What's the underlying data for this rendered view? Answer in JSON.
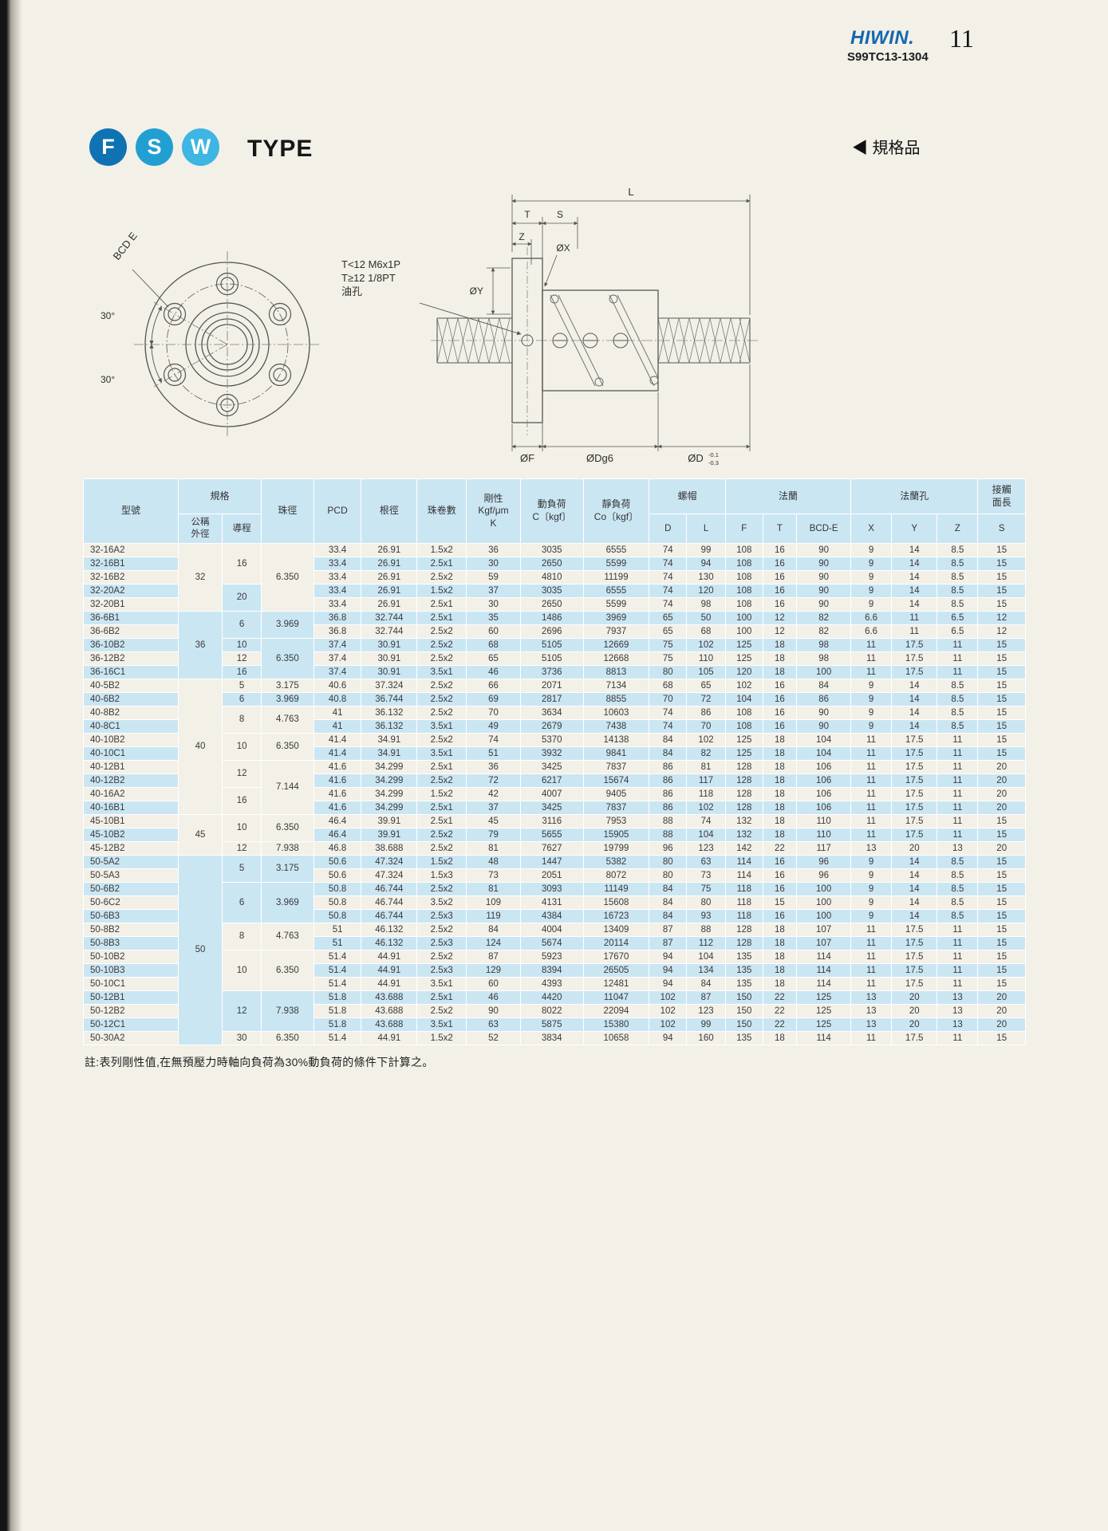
{
  "header": {
    "brand": "HIWIN.",
    "doc_code": "S99TC13-1304",
    "page_number": "11"
  },
  "title": {
    "letters": [
      "F",
      "S",
      "W"
    ],
    "type_label": "TYPE",
    "spec_tag": "◀ 規格品"
  },
  "front_view": {
    "bcd": "BCD E",
    "angle_upper": "30°",
    "angle_lower": "30°"
  },
  "side_view": {
    "oil_note": [
      "T<12 M6x1P",
      "T≥12 1/8PT",
      "油孔"
    ],
    "L": "L",
    "T": "T",
    "S": "S",
    "Z": "Z",
    "X": "ØX",
    "Y": "ØY",
    "F": "ØF",
    "Dg6": "ØDg6",
    "D": "ØD",
    "D_tol_up": "-0.1",
    "D_tol_dn": "-0.3"
  },
  "table": {
    "headers": {
      "model": "型號",
      "spec": "規格",
      "outer_dia": [
        "公稱",
        "外徑"
      ],
      "lead": "導程",
      "ball_dia": "珠徑",
      "pcd": "PCD",
      "root_dia": "根徑",
      "circuits": "珠卷數",
      "rigidity": [
        "剛性",
        "Kgf/μm",
        "K"
      ],
      "dynamic_load": [
        "動負荷",
        "C〔kgf〕"
      ],
      "static_load": [
        "靜負荷",
        "Co〔kgf〕"
      ],
      "nut": "螺帽",
      "flange": "法蘭",
      "flange_hole": "法蘭孔",
      "contact_len": [
        "接觸",
        "面長"
      ],
      "sub": [
        "D",
        "L",
        "F",
        "T",
        "BCD-E",
        "X",
        "Y",
        "Z",
        "S"
      ]
    },
    "rows": [
      {
        "m": "32-16A2",
        "od": [
          "32",
          5
        ],
        "ld": [
          "16",
          3
        ],
        "bd": [
          "6.350",
          5
        ],
        "c": [
          "33.4",
          "26.91",
          "1.5x2",
          "36",
          "3035",
          "6555",
          "74",
          "99",
          "108",
          "16",
          "90",
          "9",
          "14",
          "8.5",
          "15"
        ]
      },
      {
        "m": "32-16B1",
        "c": [
          "33.4",
          "26.91",
          "2.5x1",
          "30",
          "2650",
          "5599",
          "74",
          "94",
          "108",
          "16",
          "90",
          "9",
          "14",
          "8.5",
          "15"
        ]
      },
      {
        "m": "32-16B2",
        "c": [
          "33.4",
          "26.91",
          "2.5x2",
          "59",
          "4810",
          "11199",
          "74",
          "130",
          "108",
          "16",
          "90",
          "9",
          "14",
          "8.5",
          "15"
        ]
      },
      {
        "m": "32-20A2",
        "ld": [
          "20",
          2
        ],
        "c": [
          "33.4",
          "26.91",
          "1.5x2",
          "37",
          "3035",
          "6555",
          "74",
          "120",
          "108",
          "16",
          "90",
          "9",
          "14",
          "8.5",
          "15"
        ]
      },
      {
        "m": "32-20B1",
        "c": [
          "33.4",
          "26.91",
          "2.5x1",
          "30",
          "2650",
          "5599",
          "74",
          "98",
          "108",
          "16",
          "90",
          "9",
          "14",
          "8.5",
          "15"
        ]
      },
      {
        "m": "36-6B1",
        "od": [
          "36",
          5
        ],
        "ld": [
          "6",
          2
        ],
        "bd": [
          "3.969",
          2
        ],
        "c": [
          "36.8",
          "32.744",
          "2.5x1",
          "35",
          "1486",
          "3969",
          "65",
          "50",
          "100",
          "12",
          "82",
          "6.6",
          "11",
          "6.5",
          "12"
        ]
      },
      {
        "m": "36-6B2",
        "c": [
          "36.8",
          "32.744",
          "2.5x2",
          "60",
          "2696",
          "7937",
          "65",
          "68",
          "100",
          "12",
          "82",
          "6.6",
          "11",
          "6.5",
          "12"
        ]
      },
      {
        "m": "36-10B2",
        "ld": [
          "10",
          1
        ],
        "bd": [
          "6.350",
          3
        ],
        "c": [
          "37.4",
          "30.91",
          "2.5x2",
          "68",
          "5105",
          "12669",
          "75",
          "102",
          "125",
          "18",
          "98",
          "11",
          "17.5",
          "11",
          "15"
        ]
      },
      {
        "m": "36-12B2",
        "ld": [
          "12",
          1
        ],
        "c": [
          "37.4",
          "30.91",
          "2.5x2",
          "65",
          "5105",
          "12668",
          "75",
          "110",
          "125",
          "18",
          "98",
          "11",
          "17.5",
          "11",
          "15"
        ]
      },
      {
        "m": "36-16C1",
        "ld": [
          "16",
          1
        ],
        "c": [
          "37.4",
          "30.91",
          "3.5x1",
          "46",
          "3736",
          "8813",
          "80",
          "105",
          "120",
          "18",
          "100",
          "11",
          "17.5",
          "11",
          "15"
        ]
      },
      {
        "m": "40-5B2",
        "od": [
          "40",
          10
        ],
        "ld": [
          "5",
          1
        ],
        "bd": [
          "3.175",
          1
        ],
        "c": [
          "40.6",
          "37.324",
          "2.5x2",
          "66",
          "2071",
          "7134",
          "68",
          "65",
          "102",
          "16",
          "84",
          "9",
          "14",
          "8.5",
          "15"
        ]
      },
      {
        "m": "40-6B2",
        "ld": [
          "6",
          1
        ],
        "bd": [
          "3.969",
          1
        ],
        "c": [
          "40.8",
          "36.744",
          "2.5x2",
          "69",
          "2817",
          "8855",
          "70",
          "72",
          "104",
          "16",
          "86",
          "9",
          "14",
          "8.5",
          "15"
        ]
      },
      {
        "m": "40-8B2",
        "ld": [
          "8",
          2
        ],
        "bd": [
          "4.763",
          2
        ],
        "c": [
          "41",
          "36.132",
          "2.5x2",
          "70",
          "3634",
          "10603",
          "74",
          "86",
          "108",
          "16",
          "90",
          "9",
          "14",
          "8.5",
          "15"
        ]
      },
      {
        "m": "40-8C1",
        "c": [
          "41",
          "36.132",
          "3.5x1",
          "49",
          "2679",
          "7438",
          "74",
          "70",
          "108",
          "16",
          "90",
          "9",
          "14",
          "8.5",
          "15"
        ]
      },
      {
        "m": "40-10B2",
        "ld": [
          "10",
          2
        ],
        "bd": [
          "6.350",
          2
        ],
        "c": [
          "41.4",
          "34.91",
          "2.5x2",
          "74",
          "5370",
          "14138",
          "84",
          "102",
          "125",
          "18",
          "104",
          "11",
          "17.5",
          "11",
          "15"
        ]
      },
      {
        "m": "40-10C1",
        "c": [
          "41.4",
          "34.91",
          "3.5x1",
          "51",
          "3932",
          "9841",
          "84",
          "82",
          "125",
          "18",
          "104",
          "11",
          "17.5",
          "11",
          "15"
        ]
      },
      {
        "m": "40-12B1",
        "ld": [
          "12",
          2
        ],
        "bd": [
          "7.144",
          4
        ],
        "c": [
          "41.6",
          "34.299",
          "2.5x1",
          "36",
          "3425",
          "7837",
          "86",
          "81",
          "128",
          "18",
          "106",
          "11",
          "17.5",
          "11",
          "20"
        ]
      },
      {
        "m": "40-12B2",
        "c": [
          "41.6",
          "34.299",
          "2.5x2",
          "72",
          "6217",
          "15674",
          "86",
          "117",
          "128",
          "18",
          "106",
          "11",
          "17.5",
          "11",
          "20"
        ]
      },
      {
        "m": "40-16A2",
        "ld": [
          "16",
          2
        ],
        "c": [
          "41.6",
          "34.299",
          "1.5x2",
          "42",
          "4007",
          "9405",
          "86",
          "118",
          "128",
          "18",
          "106",
          "11",
          "17.5",
          "11",
          "20"
        ]
      },
      {
        "m": "40-16B1",
        "c": [
          "41.6",
          "34.299",
          "2.5x1",
          "37",
          "3425",
          "7837",
          "86",
          "102",
          "128",
          "18",
          "106",
          "11",
          "17.5",
          "11",
          "20"
        ]
      },
      {
        "m": "45-10B1",
        "od": [
          "45",
          3
        ],
        "ld": [
          "10",
          2
        ],
        "bd": [
          "6.350",
          2
        ],
        "c": [
          "46.4",
          "39.91",
          "2.5x1",
          "45",
          "3116",
          "7953",
          "88",
          "74",
          "132",
          "18",
          "110",
          "11",
          "17.5",
          "11",
          "15"
        ]
      },
      {
        "m": "45-10B2",
        "c": [
          "46.4",
          "39.91",
          "2.5x2",
          "79",
          "5655",
          "15905",
          "88",
          "104",
          "132",
          "18",
          "110",
          "11",
          "17.5",
          "11",
          "15"
        ]
      },
      {
        "m": "45-12B2",
        "ld": [
          "12",
          1
        ],
        "bd": [
          "7.938",
          1
        ],
        "c": [
          "46.8",
          "38.688",
          "2.5x2",
          "81",
          "7627",
          "19799",
          "96",
          "123",
          "142",
          "22",
          "117",
          "13",
          "20",
          "13",
          "20"
        ]
      },
      {
        "m": "50-5A2",
        "od": [
          "50",
          14
        ],
        "ld": [
          "5",
          2
        ],
        "bd": [
          "3.175",
          2
        ],
        "c": [
          "50.6",
          "47.324",
          "1.5x2",
          "48",
          "1447",
          "5382",
          "80",
          "63",
          "114",
          "16",
          "96",
          "9",
          "14",
          "8.5",
          "15"
        ]
      },
      {
        "m": "50-5A3",
        "c": [
          "50.6",
          "47.324",
          "1.5x3",
          "73",
          "2051",
          "8072",
          "80",
          "73",
          "114",
          "16",
          "96",
          "9",
          "14",
          "8.5",
          "15"
        ]
      },
      {
        "m": "50-6B2",
        "ld": [
          "6",
          3
        ],
        "bd": [
          "3.969",
          3
        ],
        "c": [
          "50.8",
          "46.744",
          "2.5x2",
          "81",
          "3093",
          "11149",
          "84",
          "75",
          "118",
          "16",
          "100",
          "9",
          "14",
          "8.5",
          "15"
        ]
      },
      {
        "m": "50-6C2",
        "c": [
          "50.8",
          "46.744",
          "3.5x2",
          "109",
          "4131",
          "15608",
          "84",
          "80",
          "118",
          "15",
          "100",
          "9",
          "14",
          "8.5",
          "15"
        ]
      },
      {
        "m": "50-6B3",
        "c": [
          "50.8",
          "46.744",
          "2.5x3",
          "119",
          "4384",
          "16723",
          "84",
          "93",
          "118",
          "16",
          "100",
          "9",
          "14",
          "8.5",
          "15"
        ]
      },
      {
        "m": "50-8B2",
        "ld": [
          "8",
          2
        ],
        "bd": [
          "4.763",
          2
        ],
        "c": [
          "51",
          "46.132",
          "2.5x2",
          "84",
          "4004",
          "13409",
          "87",
          "88",
          "128",
          "18",
          "107",
          "11",
          "17.5",
          "11",
          "15"
        ]
      },
      {
        "m": "50-8B3",
        "c": [
          "51",
          "46.132",
          "2.5x3",
          "124",
          "5674",
          "20114",
          "87",
          "112",
          "128",
          "18",
          "107",
          "11",
          "17.5",
          "11",
          "15"
        ]
      },
      {
        "m": "50-10B2",
        "ld": [
          "10",
          3
        ],
        "bd": [
          "6.350",
          3
        ],
        "c": [
          "51.4",
          "44.91",
          "2.5x2",
          "87",
          "5923",
          "17670",
          "94",
          "104",
          "135",
          "18",
          "114",
          "11",
          "17.5",
          "11",
          "15"
        ]
      },
      {
        "m": "50-10B3",
        "c": [
          "51.4",
          "44.91",
          "2.5x3",
          "129",
          "8394",
          "26505",
          "94",
          "134",
          "135",
          "18",
          "114",
          "11",
          "17.5",
          "11",
          "15"
        ]
      },
      {
        "m": "50-10C1",
        "c": [
          "51.4",
          "44.91",
          "3.5x1",
          "60",
          "4393",
          "12481",
          "94",
          "84",
          "135",
          "18",
          "114",
          "11",
          "17.5",
          "11",
          "15"
        ]
      },
      {
        "m": "50-12B1",
        "ld": [
          "12",
          3
        ],
        "bd": [
          "7.938",
          3
        ],
        "c": [
          "51.8",
          "43.688",
          "2.5x1",
          "46",
          "4420",
          "11047",
          "102",
          "87",
          "150",
          "22",
          "125",
          "13",
          "20",
          "13",
          "20"
        ]
      },
      {
        "m": "50-12B2",
        "c": [
          "51.8",
          "43.688",
          "2.5x2",
          "90",
          "8022",
          "22094",
          "102",
          "123",
          "150",
          "22",
          "125",
          "13",
          "20",
          "13",
          "20"
        ]
      },
      {
        "m": "50-12C1",
        "c": [
          "51.8",
          "43.688",
          "3.5x1",
          "63",
          "5875",
          "15380",
          "102",
          "99",
          "150",
          "22",
          "125",
          "13",
          "20",
          "13",
          "20"
        ]
      },
      {
        "m": "50-30A2",
        "ld": [
          "30",
          1
        ],
        "bd": [
          "6.350",
          1
        ],
        "c": [
          "51.4",
          "44.91",
          "1.5x2",
          "52",
          "3834",
          "10658",
          "94",
          "160",
          "135",
          "18",
          "114",
          "11",
          "17.5",
          "11",
          "15"
        ]
      }
    ]
  },
  "note": "註:表列剛性值,在無預壓力時軸向負荷為30%動負荷的條件下計算之。"
}
